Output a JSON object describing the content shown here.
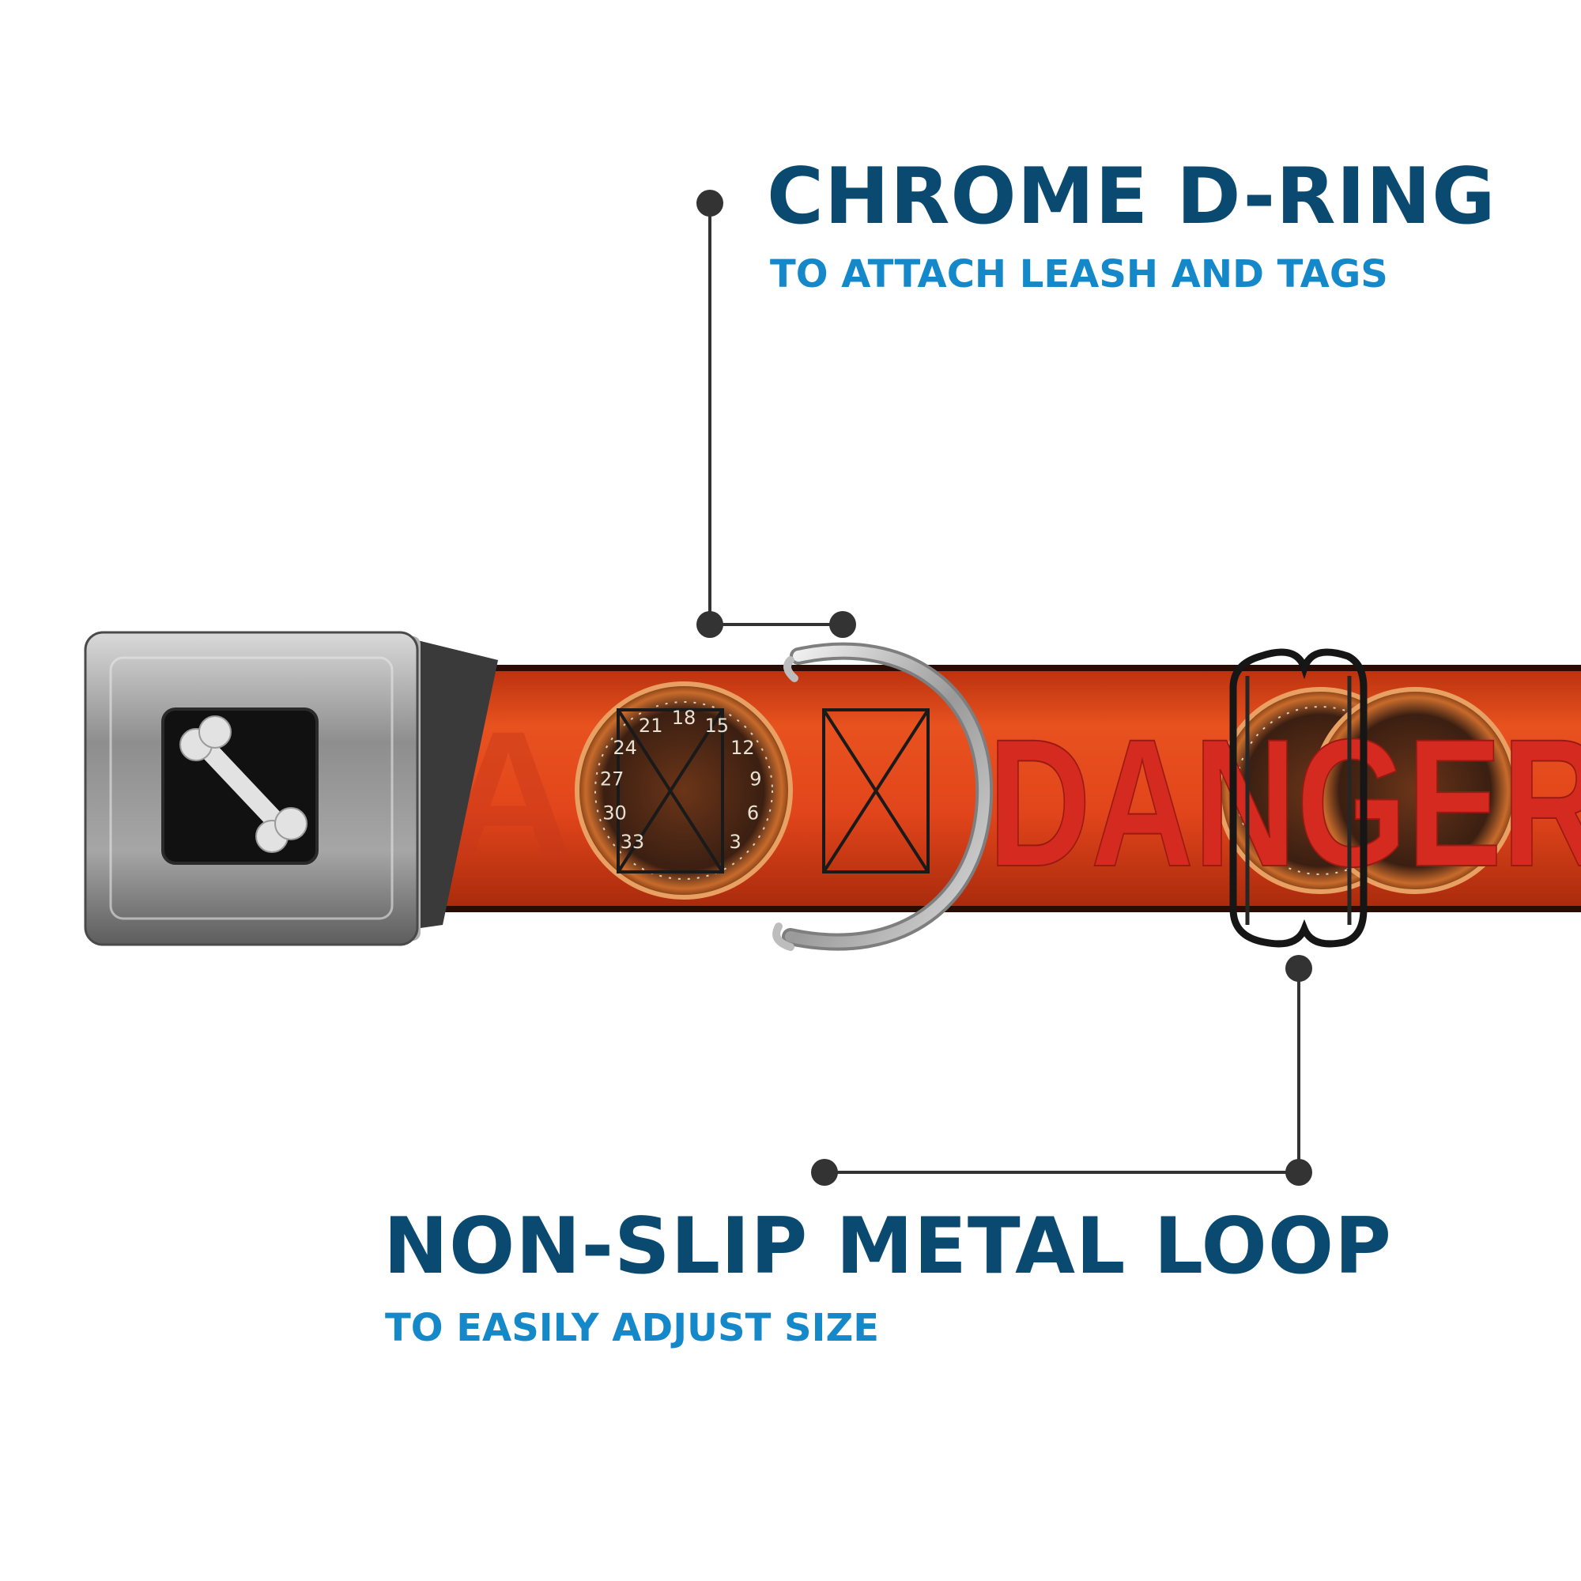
{
  "colors": {
    "title": "#0b4a70",
    "subtitle": "#1488c8",
    "leader": "#333333",
    "webbing": "#e2451b"
  },
  "callouts": {
    "d_ring": {
      "title": "CHROME D-RING",
      "subtitle": "TO ATTACH LEASH AND TAGS"
    },
    "loop": {
      "title": "NON-SLIP METAL LOOP",
      "subtitle": "TO EASILY ADJUST SIZE"
    }
  },
  "collar": {
    "print_text": "DANGER",
    "buckle_logo": "bone-logo-icon",
    "gauge_numbers": [
      "33",
      "30",
      "27",
      "24",
      "21",
      "18",
      "15",
      "12",
      "9",
      "6",
      "3"
    ]
  }
}
